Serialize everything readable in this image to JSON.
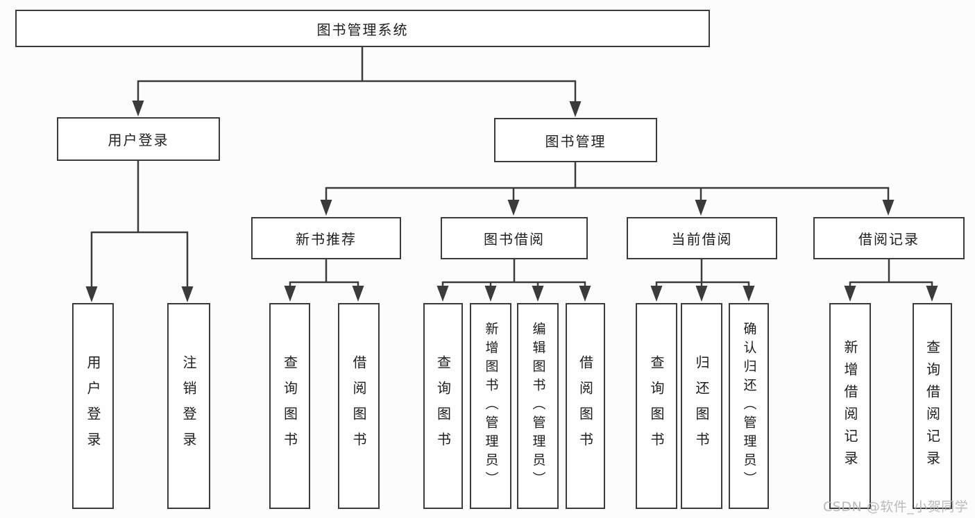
{
  "tree": {
    "root": {
      "label": "图书管理系统"
    },
    "branches": [
      {
        "label": "用户登录",
        "children": [
          "用户登录",
          "注销登录"
        ]
      },
      {
        "label": "图书管理",
        "children": [
          {
            "label": "新书推荐",
            "children": [
              "查询图书",
              "借阅图书"
            ]
          },
          {
            "label": "图书借阅",
            "children": [
              "查询图书",
              "新增图书（管理员）",
              "编辑图书（管理员）",
              "借阅图书"
            ]
          },
          {
            "label": "当前借阅",
            "children": [
              "查询图书",
              "归还图书",
              "确认归还（管理员）"
            ]
          },
          {
            "label": "借阅记录",
            "children": [
              "新增借阅记录",
              "查询借阅记录"
            ]
          }
        ]
      }
    ]
  },
  "watermark": {
    "text": "CSDN @软件_小贺同学"
  },
  "colors": {
    "line": "#3b3b3b",
    "text": "#1e1e1e",
    "box_background": "#fefefe",
    "page_background": "#fcfcfc",
    "watermark": "#b2b2b2"
  }
}
